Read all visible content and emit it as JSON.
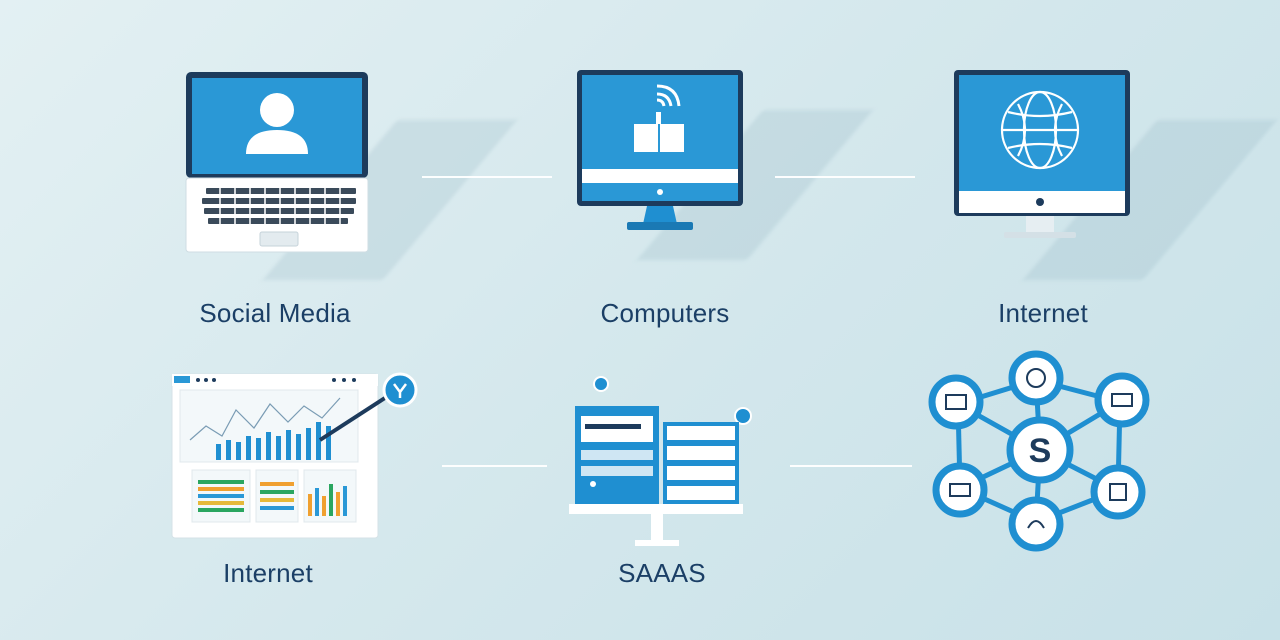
{
  "items": [
    {
      "label": "Social Media",
      "icon": "laptop-user-icon"
    },
    {
      "label": "Computers",
      "icon": "desktop-wifi-icon"
    },
    {
      "label": "Internet",
      "icon": "monitor-globe-icon"
    },
    {
      "label": "Internet",
      "icon": "dashboard-chart-icon"
    },
    {
      "label": "SAAAS",
      "icon": "server-stack-icon"
    },
    {
      "label": "",
      "icon": "network-hub-icon"
    }
  ],
  "hub": {
    "center_letter": "S"
  },
  "colors": {
    "background": "#d6e9ee",
    "primary_blue": "#1f8fd1",
    "dark_blue": "#1b3f66",
    "screen_blue": "#2a98d6",
    "white": "#ffffff"
  }
}
